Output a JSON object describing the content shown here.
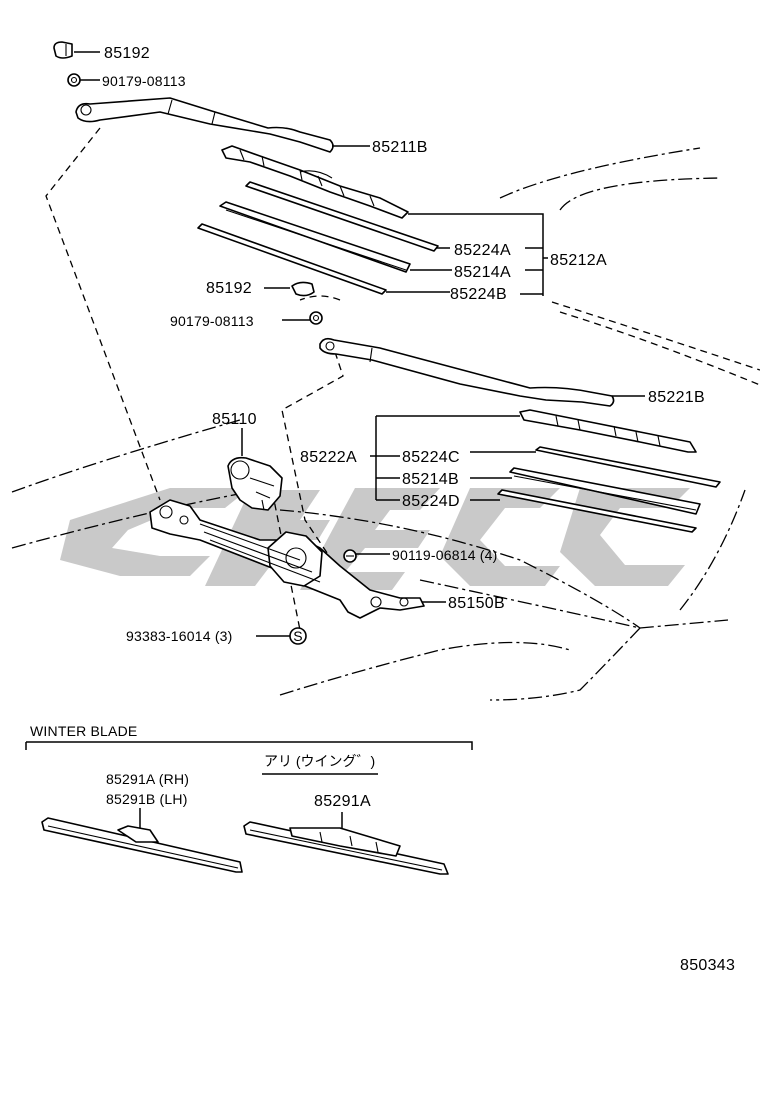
{
  "diagram_id": "850343",
  "watermark_color": "#c9c9c9",
  "labels": {
    "p85192_top": "85192",
    "p90179_top": "90179-08113",
    "p85211B": "85211B",
    "p85224A": "85224A",
    "p85214A": "85214A",
    "p85224B": "85224B",
    "p85212A": "85212A",
    "p85192_mid": "85192",
    "p90179_mid": "90179-08113",
    "p85221B": "85221B",
    "p85110": "85110",
    "p85222A": "85222A",
    "p85224C": "85224C",
    "p85214B": "85214B",
    "p85224D": "85224D",
    "p90119": "90119-06814 (4)",
    "p85150B": "85150B",
    "p93383": "93383-16014 (3)",
    "s_mark": "S"
  },
  "winter": {
    "heading": "WINTER BLADE",
    "rh": "85291A (RH)",
    "lh": "85291B (LH)",
    "jp_heading": "アリ (ウイング゛)",
    "wing_part": "85291A"
  }
}
